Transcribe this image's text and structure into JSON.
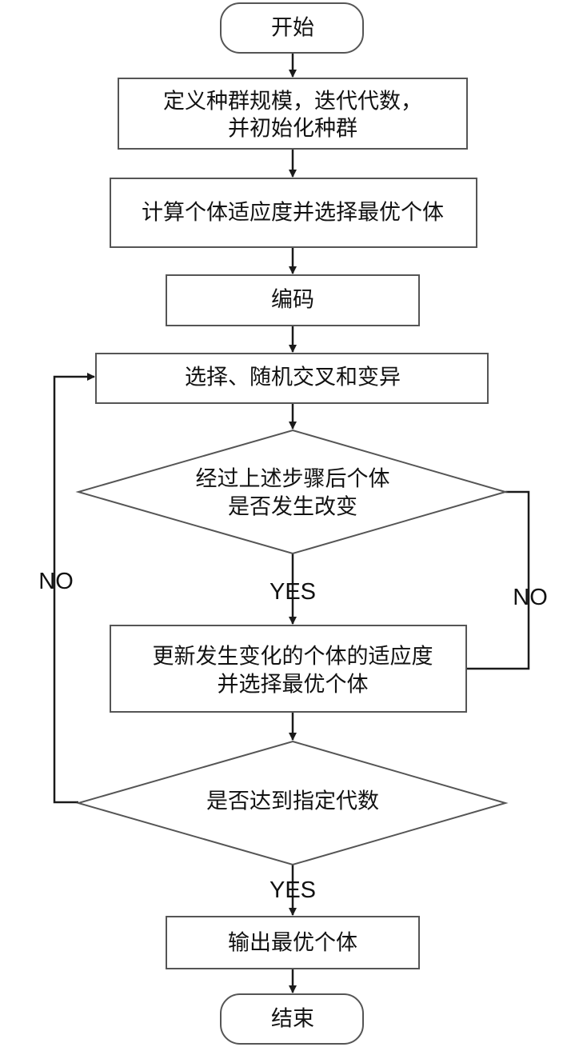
{
  "flowchart": {
    "start": "开始",
    "define_population": {
      "line1": "定义种群规模，迭代代数，",
      "line2": "并初始化种群"
    },
    "compute_fitness": "计算个体适应度并选择最优个体",
    "encode": "编码",
    "select_crossover_mutate": "选择、随机交叉和变异",
    "decision_changed": {
      "line1": "经过上述步骤后个体",
      "line2": "是否发生改变"
    },
    "update_fitness": {
      "line1": "更新发生变化的个体的适应度",
      "line2": "并选择最优个体"
    },
    "decision_generation": "是否达到指定代数",
    "output_best": "输出最优个体",
    "end": "结束",
    "labels": {
      "yes_changed": "YES",
      "no_changed": "NO",
      "yes_generation": "YES",
      "no_generation": "NO"
    }
  }
}
